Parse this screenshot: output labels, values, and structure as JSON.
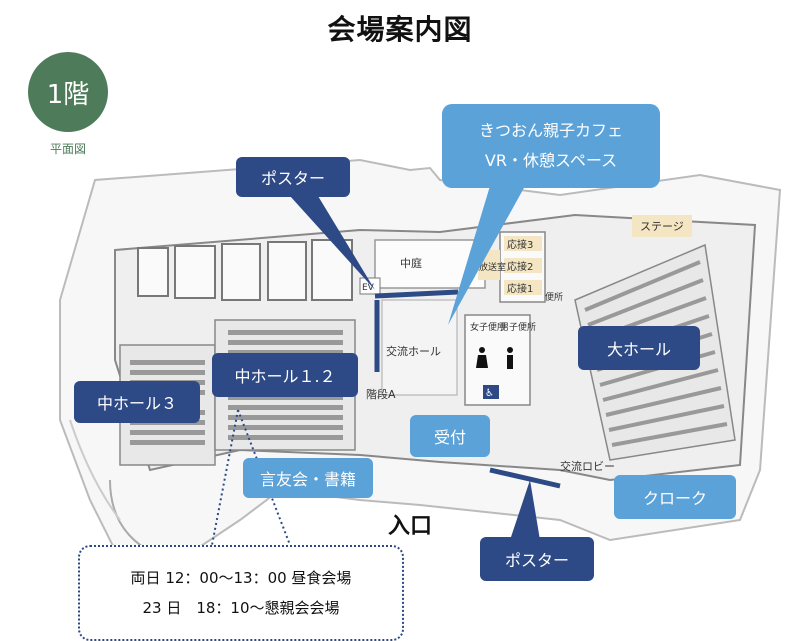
{
  "title": "会場案内図",
  "floor": {
    "label": "1階",
    "sublabel": "平面図"
  },
  "callouts": {
    "poster_top": "ポスター",
    "poster_bottom": "ポスター",
    "cafe_line1": "きつおん親子カフェ",
    "cafe_line2": "VR・休憩スペース",
    "large_hall": "大ホール",
    "mid_hall_12": "中ホール１.２",
    "mid_hall_3": "中ホール３",
    "reception": "受付",
    "books": "言友会・書籍",
    "cloak": "クローク"
  },
  "map_labels": {
    "courtyard": "中庭",
    "exchange_hall": "交流ホール",
    "stairs_a": "階段A",
    "exchange_lobby": "交流ロビー",
    "stage": "ステージ",
    "ev": "EV",
    "meeting3": "応接3",
    "meeting2": "応接2",
    "meeting1": "応接1",
    "broadcast": "放送室",
    "women_wc": "女子便所",
    "men_wc": "男子便所",
    "wc_small": "便所",
    "wc_accessible": "♿"
  },
  "entrance": "入口",
  "note": {
    "line1": "両日 12：00〜13：00 昼食会場",
    "line2": "23 日　18：10〜懇親会会場"
  },
  "colors": {
    "dark_callout": "#2d4a86",
    "light_callout": "#5aa2d8",
    "floor_badge": "#4e7b5a",
    "poster_line": "#2d4a86"
  }
}
